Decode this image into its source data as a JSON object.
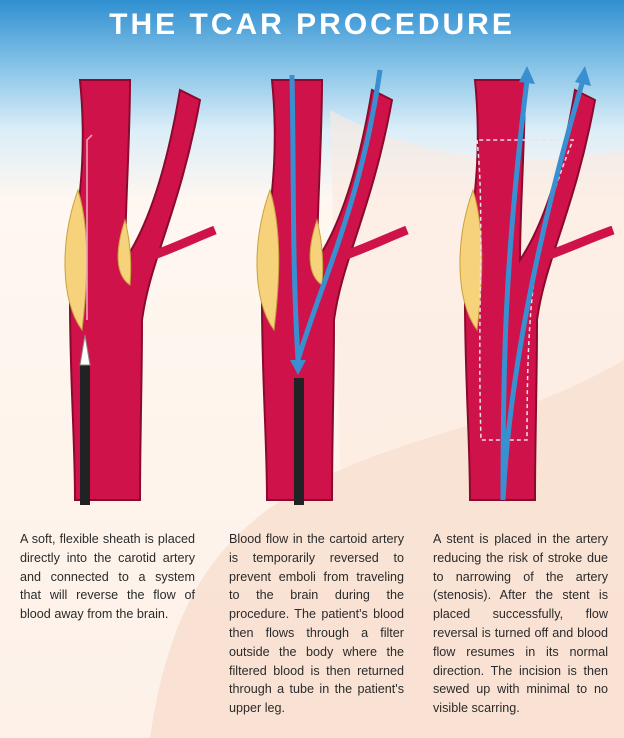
{
  "title": "THE TCAR PROCEDURE",
  "steps": [
    {
      "description": "A soft, flexible sheath is placed directly into the carotid artery and connected to a system that will reverse the flow of blood away from the brain."
    },
    {
      "description": "Blood flow in the cartoid artery is temporarily reversed to prevent emboli from traveling to the brain during the procedure. The patient's blood then flows through a filter outside the body where the filtered blood is then returned through a tube in the patient's upper leg."
    },
    {
      "description": "A stent is placed in the artery reducing the risk of stroke due to narrowing of the artery (stenosis). After the stent is placed successfully, flow reversal is turned off and blood flow resumes in its normal direction. The incision is then sewed up with minimal to no visible scarring."
    }
  ],
  "colors": {
    "artery": "#d0124a",
    "plaque": "#f6d27a",
    "flow": "#3a8fd0",
    "sheath": "#222222",
    "title_bg": "#2f8fd0"
  }
}
